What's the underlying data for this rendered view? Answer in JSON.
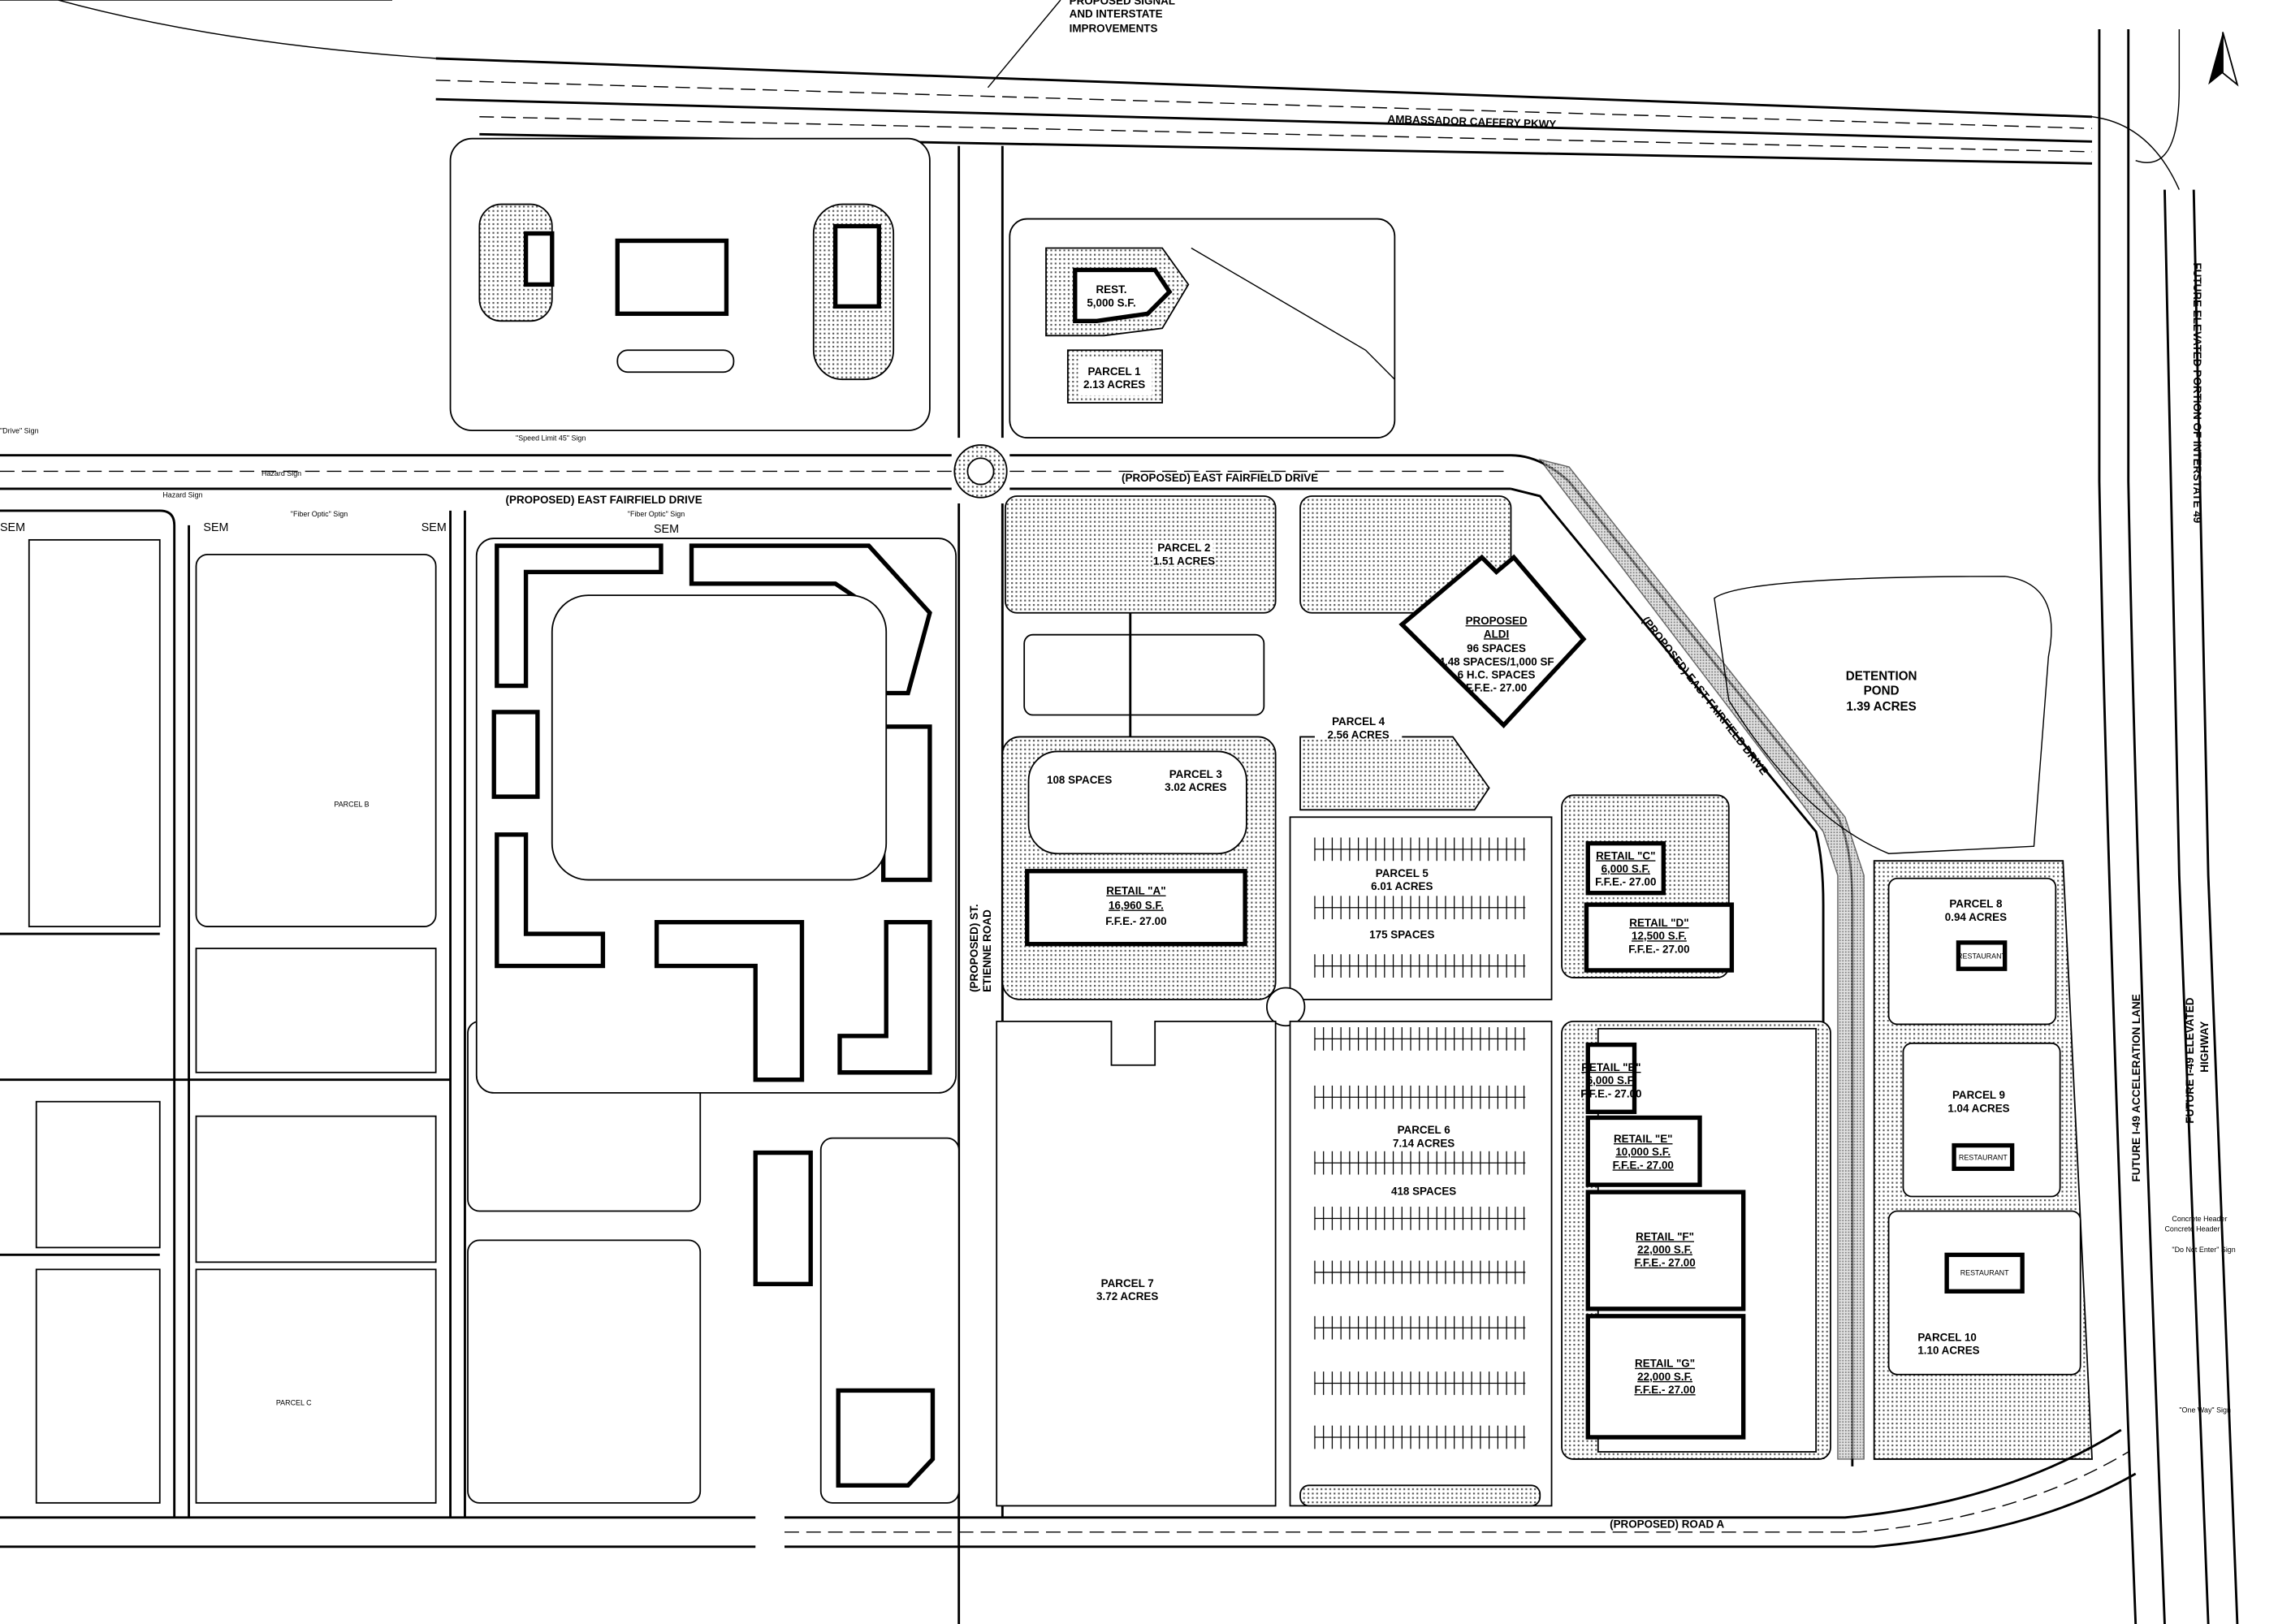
{
  "header": {
    "signal_note": [
      "PROPOSED SIGNAL",
      "AND INTERSTATE",
      "IMPROVEMENTS"
    ]
  },
  "roads": {
    "ambassador": "AMBASSADOR CAFFERY PKWY",
    "i49_elevated_portion": "FUTURE ELEVATED PORTION OF INTERSTATE 49",
    "i49_accel_lane": "FUTURE I-49 ACCELERATION LANE",
    "i49_elevated_hwy": [
      "FUTURE I-49 ELEVATED",
      "HIGHWAY"
    ],
    "east_fairfield_west": "(PROPOSED) EAST FAIRFIELD DRIVE",
    "east_fairfield_center": "(PROPOSED) EAST FAIRFIELD DRIVE",
    "east_fairfield_diag": "(PROPOSED) EAST FAIRFIELD DRIVE",
    "st_etienne": [
      "(PROPOSED) ST.",
      "ETIENNE ROAD"
    ],
    "road_a": "(PROPOSED) ROAD A"
  },
  "signs": {
    "speed_limit": "\"Speed Limit 45\" Sign",
    "drive_sign": "\"Drive\" Sign",
    "hazard": "Hazard Sign",
    "hazard2": "Hazard Sign",
    "fiber_optic": "\"Fiber Optic\" Sign",
    "fiber_optic2": "\"Fiber Optic\" Sign",
    "sem": "SEM",
    "concrete_header": "Concrete Header",
    "concrete_header2": "Concrete Header",
    "do_not_enter": "\"Do Not Enter\" Sign",
    "one_way": "\"One Way\" Sign"
  },
  "parcels": {
    "p1": {
      "rest": [
        "REST.",
        "5,000 S.F."
      ],
      "name": "PARCEL 1",
      "acres": "2.13 ACRES"
    },
    "p2": {
      "name": "PARCEL 2",
      "acres": "1.51 ACRES"
    },
    "p3": {
      "name": "PARCEL 3",
      "acres": "3.02 ACRES",
      "spaces": "108 SPACES"
    },
    "p4": {
      "name": "PARCEL 4",
      "acres": "2.56 ACRES"
    },
    "p5": {
      "name": "PARCEL 5",
      "acres": "6.01 ACRES",
      "spaces": "175 SPACES"
    },
    "p6": {
      "name": "PARCEL 6",
      "acres": "7.14 ACRES",
      "spaces": "418 SPACES"
    },
    "p7": {
      "name": "PARCEL 7",
      "acres": "3.72 ACRES"
    },
    "p8": {
      "name": "PARCEL 8",
      "acres": "0.94 ACRES",
      "rest": "RESTAURANT"
    },
    "p9": {
      "name": "PARCEL 9",
      "acres": "1.04 ACRES",
      "rest": "RESTAURANT"
    },
    "p10": {
      "name": "PARCEL 10",
      "acres": "1.10 ACRES",
      "rest": "RESTAURANT"
    },
    "res_a": "PARCEL B",
    "res_b": "PARCEL C"
  },
  "aldi": {
    "title": "PROPOSED",
    "name": "ALDI",
    "spaces": "96 SPACES",
    "ratio": "4.48 SPACES/1,000 SF",
    "hc": "6 H.C. SPACES",
    "ffe": "F.F.E.- 27.00"
  },
  "pond": {
    "name": "DETENTION",
    "name2": "POND",
    "acres": "1.39 ACRES"
  },
  "retail": [
    {
      "name": "RETAIL \"A\"",
      "sf": "16,960 S.F.",
      "ffe": "F.F.E.- 27.00"
    },
    {
      "name": "RETAIL \"B\"",
      "sf": "6,000 S.F.",
      "ffe": "F.F.E.- 27.00"
    },
    {
      "name": "RETAIL \"C\"",
      "sf": "6,000 S.F.",
      "ffe": "F.F.E.- 27.00"
    },
    {
      "name": "RETAIL \"D\"",
      "sf": "12,500 S.F.",
      "ffe": "F.F.E.- 27.00"
    },
    {
      "name": "RETAIL \"E\"",
      "sf": "10,000 S.F.",
      "ffe": "F.F.E.- 27.00"
    },
    {
      "name": "RETAIL \"F\"",
      "sf": "22,000 S.F.",
      "ffe": "F.F.E.- 27.00"
    },
    {
      "name": "RETAIL \"G\"",
      "sf": "22,000 S.F.",
      "ffe": "F.F.E.- 27.00"
    }
  ]
}
